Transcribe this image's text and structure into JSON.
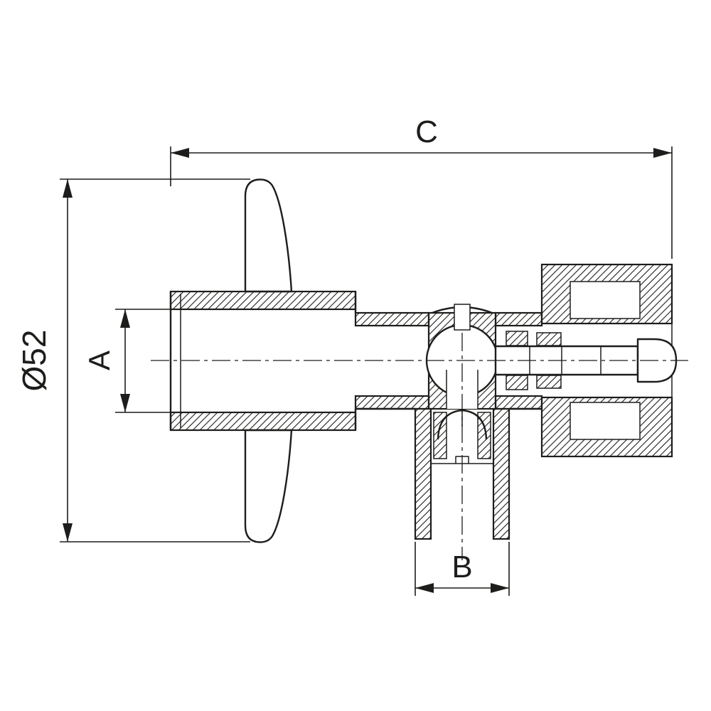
{
  "dimensions": {
    "c": "C",
    "a": "A",
    "b": "B",
    "diameter": "Ø52"
  },
  "colors": {
    "line": "#1d1d1b",
    "background": "#ffffff"
  }
}
